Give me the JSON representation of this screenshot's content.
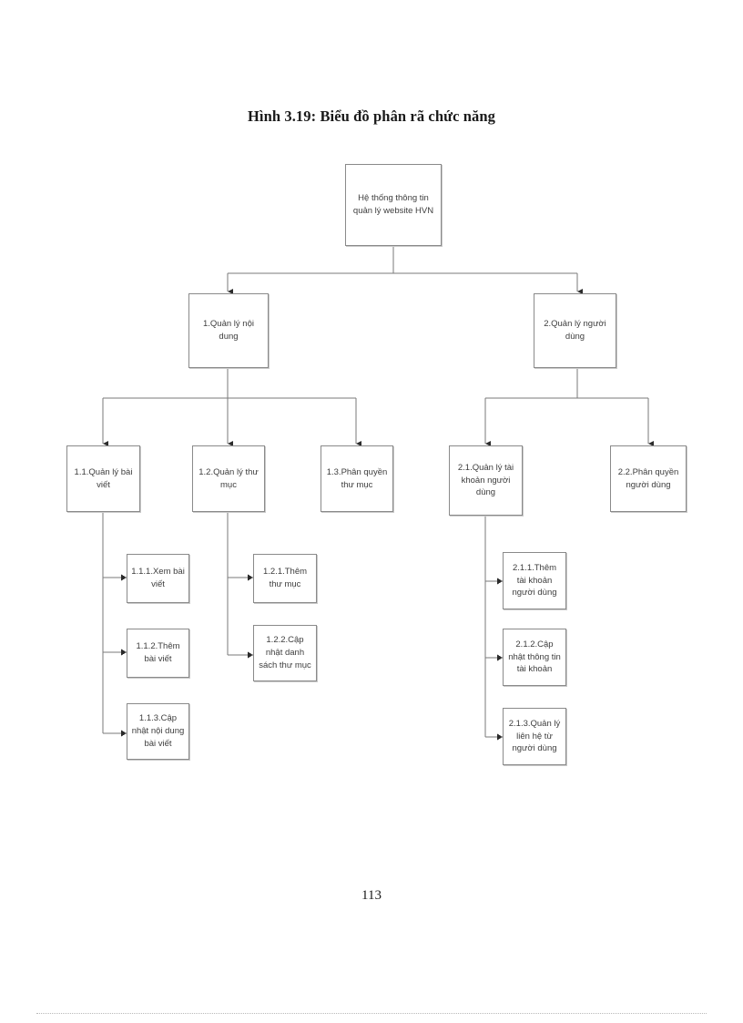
{
  "document": {
    "figure_title": "Hình 3.19: Biểu đồ phân rã chức năng",
    "page_number": "113"
  },
  "diagram": {
    "type": "functional-decomposition-tree",
    "nodes": {
      "root": {
        "label": "Hệ thống thông tin\nquản lý website HVN"
      },
      "n1": {
        "label": "1.Quản lý nội\ndung"
      },
      "n2": {
        "label": "2.Quản lý người\ndùng"
      },
      "n11": {
        "label": "1.1.Quản lý bài\nviết"
      },
      "n12": {
        "label": "1.2.Quản lý thư\nmục"
      },
      "n13": {
        "label": "1.3.Phân quyền\nthư mục"
      },
      "n21": {
        "label": "2.1.Quản lý tài\nkhoản người\ndùng"
      },
      "n22": {
        "label": "2.2.Phân quyền\nngười dùng"
      },
      "n111": {
        "label": "1.1.1.Xem bài\nviết"
      },
      "n112": {
        "label": "1.1.2.Thêm\nbài viết"
      },
      "n113": {
        "label": "1.1.3.Cập\nnhật nội dung\nbài viết"
      },
      "n121": {
        "label": "1.2.1.Thêm\nthư mục"
      },
      "n122": {
        "label": "1.2.2.Cập\nnhật danh\nsách thư mục"
      },
      "n211": {
        "label": "2.1.1.Thêm\ntài khoản\nngười dùng"
      },
      "n212": {
        "label": "2.1.2.Cập\nnhật thông tin\ntài khoản"
      },
      "n213": {
        "label": "2.1.3.Quản lý\nliên hệ từ\nngười dùng"
      }
    },
    "colors": {
      "node_border": "#8a8a8a",
      "node_fill": "#ffffff",
      "connector": "#7a7a7a",
      "text": "#3d3d3d"
    }
  }
}
